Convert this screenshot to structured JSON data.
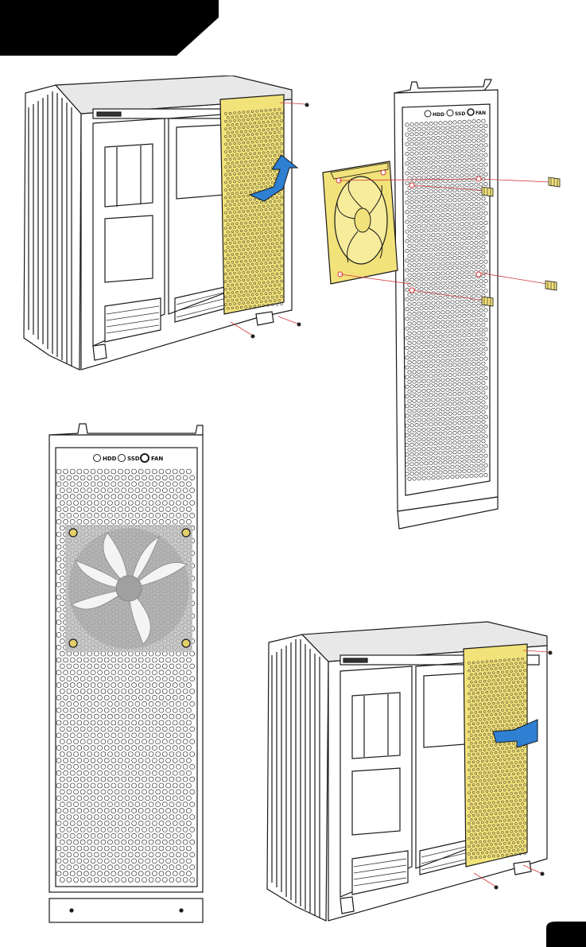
{
  "colors": {
    "highlight": "#f2e27a",
    "line": "#1a1a1a",
    "screw_line": "#d23a3a",
    "arrow": "#2f7fd2",
    "fan_gray": "#b8b8b8",
    "mount_gold": "#e4d06a",
    "tab_black": "#000000"
  },
  "exploded_panel": {
    "labels": [
      "HDD",
      "SSD",
      "FAN"
    ]
  },
  "front_panel": {
    "labels": [
      "HDD",
      "SSD",
      "FAN"
    ]
  },
  "icons": [
    "fan-icon",
    "screw-icon",
    "arrow-icon"
  ],
  "page": {
    "number": ""
  }
}
